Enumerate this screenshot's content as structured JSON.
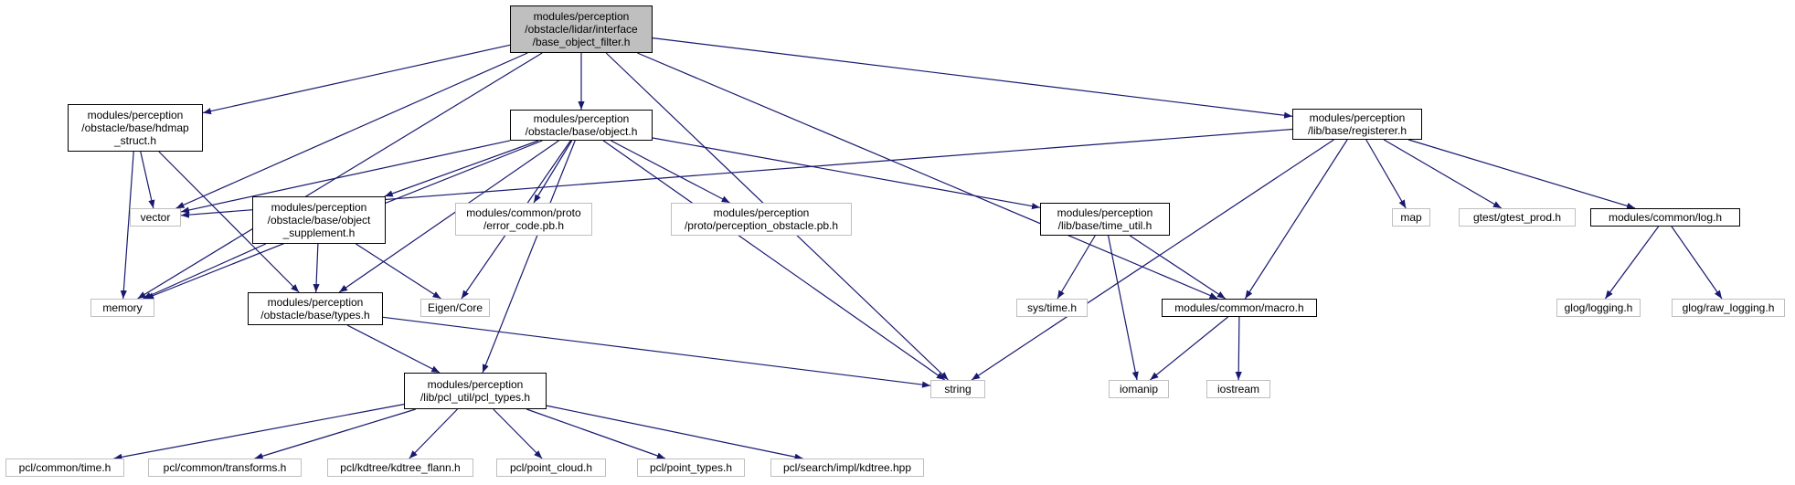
{
  "colors": {
    "edge": "#191970",
    "box_border": "#000000",
    "system_border": "#bfbfbf",
    "root_fill": "#bfbfbf"
  },
  "nodes": [
    {
      "id": "root",
      "label": "modules/perception\n/obstacle/lidar/interface\n/base_object_filter.h",
      "kind": "root"
    },
    {
      "id": "hdmap",
      "label": "modules/perception\n/obstacle/base/hdmap\n_struct.h",
      "kind": "doc"
    },
    {
      "id": "object",
      "label": "modules/perception\n/obstacle/base/object.h",
      "kind": "doc"
    },
    {
      "id": "registerer",
      "label": "modules/perception\n/lib/base/registerer.h",
      "kind": "doc"
    },
    {
      "id": "vector",
      "label": "vector",
      "kind": "sys"
    },
    {
      "id": "memory",
      "label": "memory",
      "kind": "sys"
    },
    {
      "id": "supplement",
      "label": "modules/perception\n/obstacle/base/object\n_supplement.h",
      "kind": "doc"
    },
    {
      "id": "errorcode",
      "label": "modules/common/proto\n/error_code.pb.h",
      "kind": "sys"
    },
    {
      "id": "percobs",
      "label": "modules/perception\n/proto/perception_obstacle.pb.h",
      "kind": "sys"
    },
    {
      "id": "timeutil",
      "label": "modules/perception\n/lib/base/time_util.h",
      "kind": "doc"
    },
    {
      "id": "map",
      "label": "map",
      "kind": "sys"
    },
    {
      "id": "gtest",
      "label": "gtest/gtest_prod.h",
      "kind": "sys"
    },
    {
      "id": "log",
      "label": "modules/common/log.h",
      "kind": "doc"
    },
    {
      "id": "types",
      "label": "modules/perception\n/obstacle/base/types.h",
      "kind": "doc"
    },
    {
      "id": "eigen",
      "label": "Eigen/Core",
      "kind": "sys"
    },
    {
      "id": "systime",
      "label": "sys/time.h",
      "kind": "sys"
    },
    {
      "id": "macro",
      "label": "modules/common/macro.h",
      "kind": "doc"
    },
    {
      "id": "glog",
      "label": "glog/logging.h",
      "kind": "sys"
    },
    {
      "id": "glograw",
      "label": "glog/raw_logging.h",
      "kind": "sys"
    },
    {
      "id": "pcltypes",
      "label": "modules/perception\n/lib/pcl_util/pcl_types.h",
      "kind": "doc"
    },
    {
      "id": "string",
      "label": "string",
      "kind": "sys"
    },
    {
      "id": "iomanip",
      "label": "iomanip",
      "kind": "sys"
    },
    {
      "id": "iostream",
      "label": "iostream",
      "kind": "sys"
    },
    {
      "id": "pcltime",
      "label": "pcl/common/time.h",
      "kind": "sys"
    },
    {
      "id": "pcltrans",
      "label": "pcl/common/transforms.h",
      "kind": "sys"
    },
    {
      "id": "kdflann",
      "label": "pcl/kdtree/kdtree_flann.h",
      "kind": "sys"
    },
    {
      "id": "pointcloud",
      "label": "pcl/point_cloud.h",
      "kind": "sys"
    },
    {
      "id": "pointtypes",
      "label": "pcl/point_types.h",
      "kind": "sys"
    },
    {
      "id": "kdtreehpp",
      "label": "pcl/search/impl/kdtree.hpp",
      "kind": "sys"
    }
  ],
  "edges": [
    [
      "root",
      "memory"
    ],
    [
      "root",
      "hdmap"
    ],
    [
      "root",
      "vector"
    ],
    [
      "root",
      "object"
    ],
    [
      "root",
      "string"
    ],
    [
      "root",
      "macro"
    ],
    [
      "root",
      "registerer"
    ],
    [
      "hdmap",
      "vector"
    ],
    [
      "hdmap",
      "memory"
    ],
    [
      "hdmap",
      "types"
    ],
    [
      "object",
      "vector"
    ],
    [
      "object",
      "memory"
    ],
    [
      "object",
      "supplement"
    ],
    [
      "object",
      "eigen"
    ],
    [
      "object",
      "errorcode"
    ],
    [
      "object",
      "percobs"
    ],
    [
      "object",
      "timeutil"
    ],
    [
      "object",
      "string"
    ],
    [
      "object",
      "types"
    ],
    [
      "object",
      "pcltypes"
    ],
    [
      "registerer",
      "vector"
    ],
    [
      "registerer",
      "macro"
    ],
    [
      "registerer",
      "string"
    ],
    [
      "registerer",
      "map"
    ],
    [
      "registerer",
      "gtest"
    ],
    [
      "registerer",
      "log"
    ],
    [
      "supplement",
      "memory"
    ],
    [
      "supplement",
      "types"
    ],
    [
      "supplement",
      "eigen"
    ],
    [
      "timeutil",
      "systime"
    ],
    [
      "timeutil",
      "iomanip"
    ],
    [
      "timeutil",
      "macro"
    ],
    [
      "log",
      "glog"
    ],
    [
      "log",
      "glograw"
    ],
    [
      "types",
      "pcltypes"
    ],
    [
      "types",
      "string"
    ],
    [
      "macro",
      "iomanip"
    ],
    [
      "macro",
      "iostream"
    ],
    [
      "pcltypes",
      "pcltime"
    ],
    [
      "pcltypes",
      "pcltrans"
    ],
    [
      "pcltypes",
      "kdflann"
    ],
    [
      "pcltypes",
      "pointcloud"
    ],
    [
      "pcltypes",
      "pointtypes"
    ],
    [
      "pcltypes",
      "kdtreehpp"
    ]
  ]
}
